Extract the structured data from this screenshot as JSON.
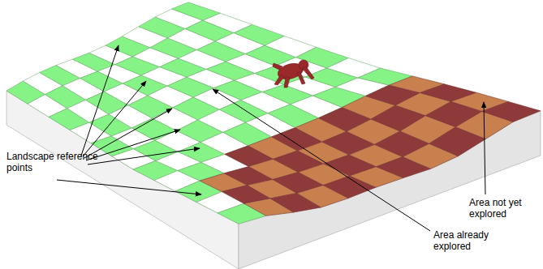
{
  "diagram": {
    "labels": [
      "Landscape reference points",
      "Area already explored",
      "Area not yet explored"
    ]
  }
}
